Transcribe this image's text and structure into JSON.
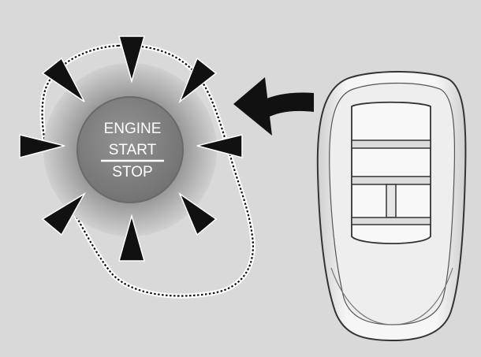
{
  "start_button": {
    "line1": "ENGINE",
    "line2": "START",
    "line3": "STOP"
  },
  "colors": {
    "background": "#d9d9d9",
    "button_face": "#808080",
    "glow": "#a6a6a6",
    "arrow": "#111111",
    "fob_body": "#f2f2f2",
    "fob_outline": "#333333"
  },
  "icons": [
    "glow-arrow-icon",
    "insert-arrow-icon",
    "key-fob-icon",
    "dotted-outline"
  ]
}
